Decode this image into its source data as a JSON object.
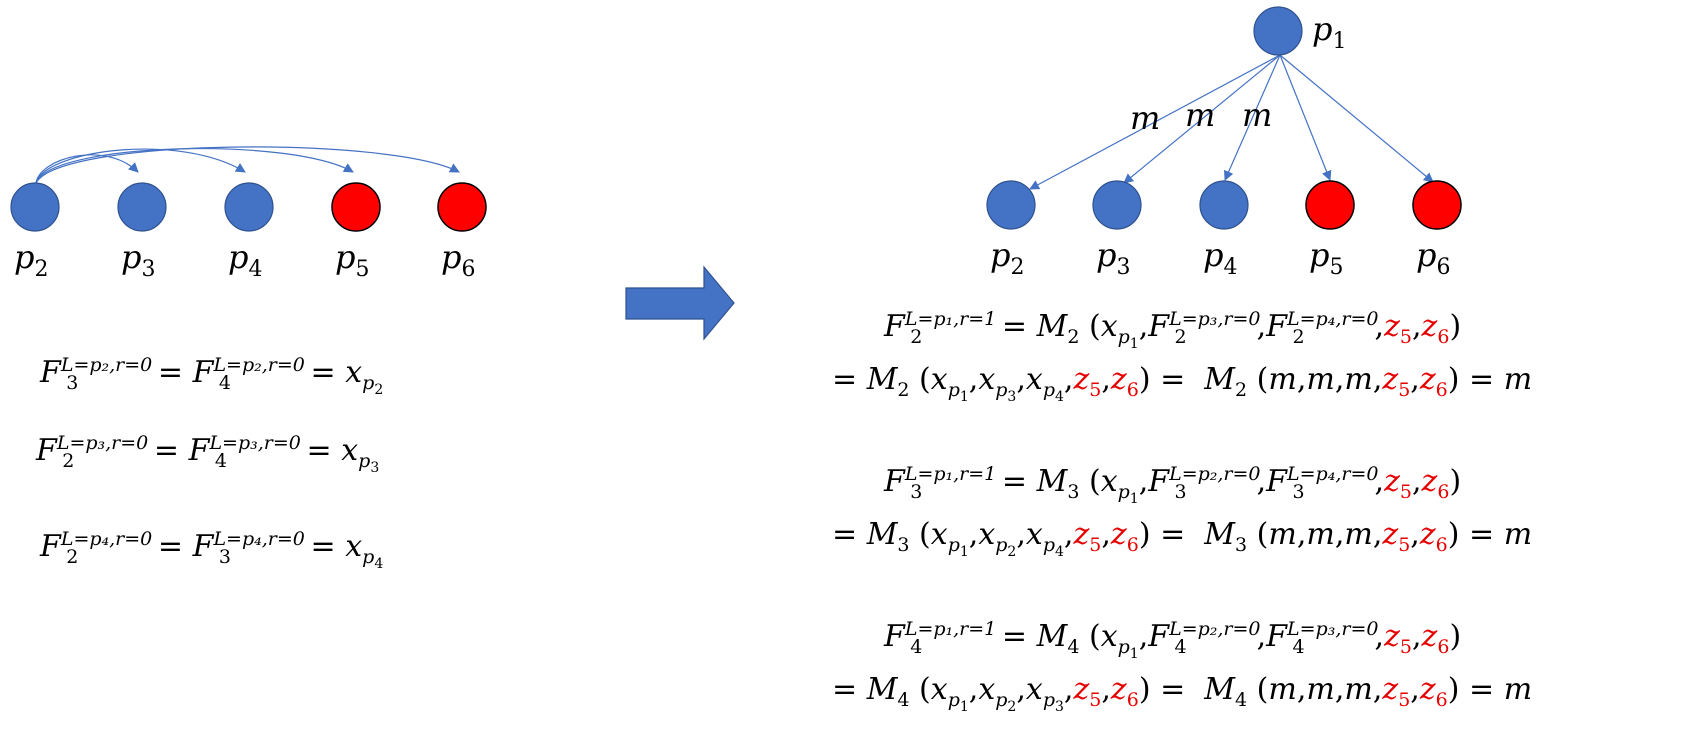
{
  "colors": {
    "blue_node": "#4472c4",
    "red_node": "#ff0000",
    "arrow": "#4472c4",
    "arrow_shape": "#4472c4",
    "red_text": "#e60000"
  },
  "left_graph": {
    "nodes": [
      {
        "label": "p",
        "sub": "2",
        "color": "blue"
      },
      {
        "label": "p",
        "sub": "3",
        "color": "blue"
      },
      {
        "label": "p",
        "sub": "4",
        "color": "blue"
      },
      {
        "label": "p",
        "sub": "5",
        "color": "red"
      },
      {
        "label": "p",
        "sub": "6",
        "color": "red"
      }
    ]
  },
  "right_graph": {
    "root": {
      "label": "p",
      "sub": "1"
    },
    "edge_labels": [
      "m",
      "m",
      "m"
    ],
    "nodes": [
      {
        "label": "p",
        "sub": "2",
        "color": "blue"
      },
      {
        "label": "p",
        "sub": "3",
        "color": "blue"
      },
      {
        "label": "p",
        "sub": "4",
        "color": "blue"
      },
      {
        "label": "p",
        "sub": "5",
        "color": "red"
      },
      {
        "label": "p",
        "sub": "6",
        "color": "red"
      }
    ]
  },
  "sym": {
    "F": "F",
    "M": "M",
    "x": "x",
    "p": "p",
    "m": "m",
    "z": "z",
    "eq": "=",
    "comma": ",",
    "lp": "(",
    "rp": ")",
    "n1": "1",
    "n2": "2",
    "n3": "3",
    "n4": "4",
    "n5": "5",
    "n6": "6",
    "L_p2_r0": "L=p₂,r=0",
    "L_p3_r0": "L=p₃,r=0",
    "L_p4_r0": "L=p₄,r=0",
    "L_p1_r1": "L=p₁,r=1"
  }
}
